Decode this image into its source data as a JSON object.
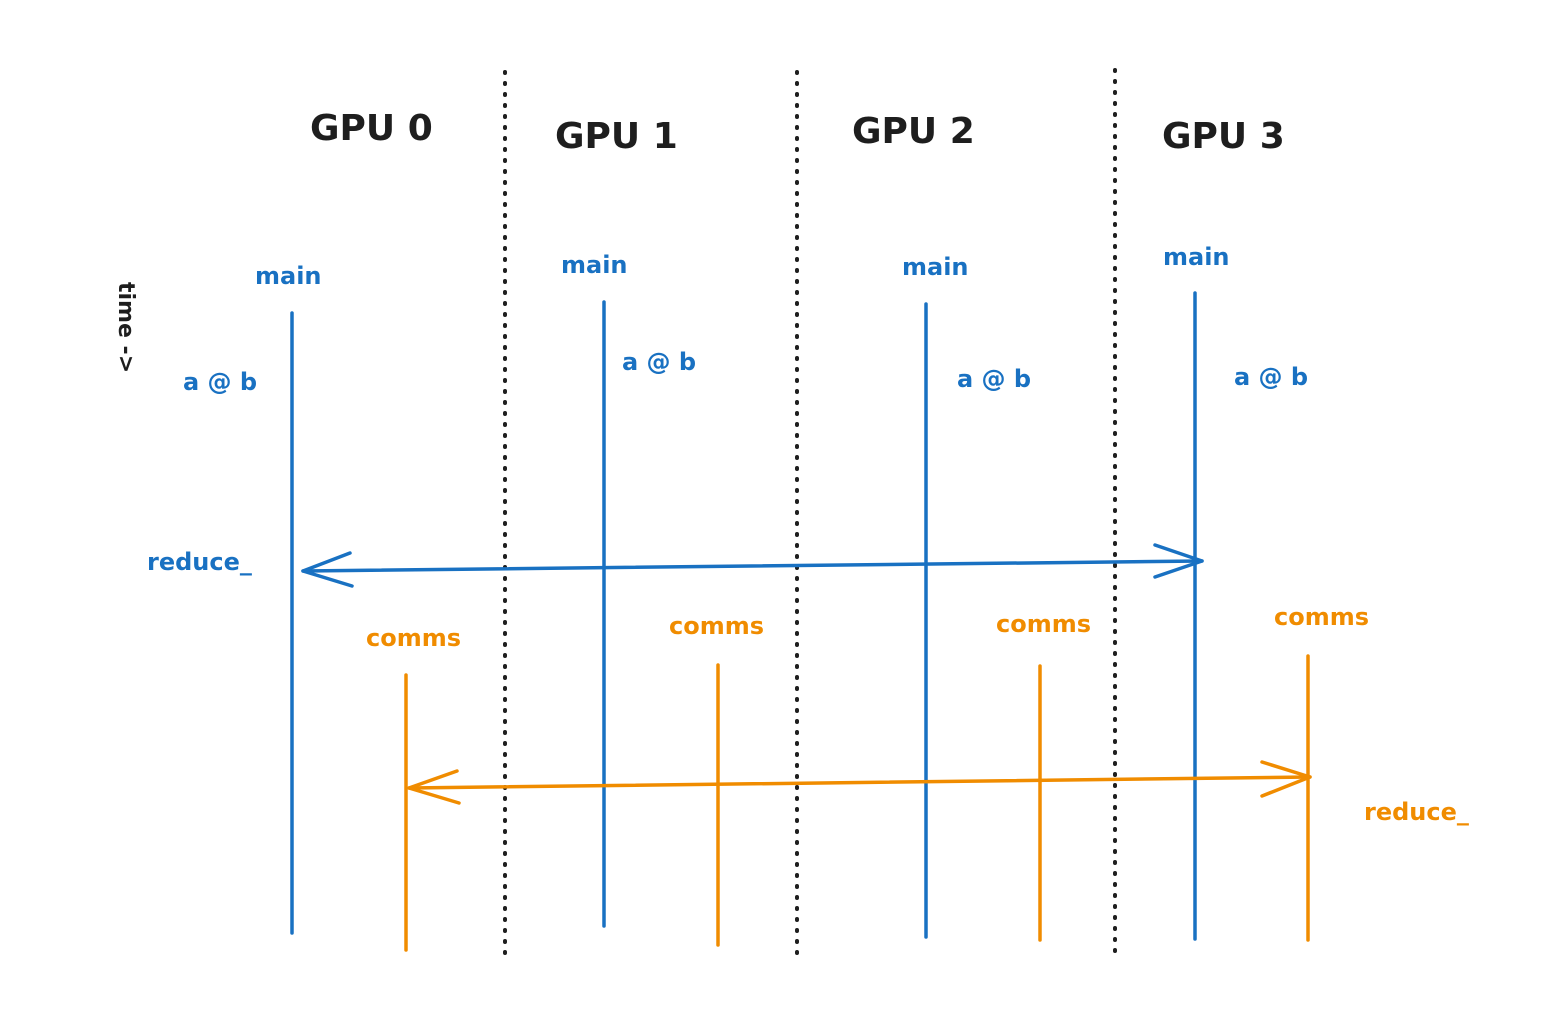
{
  "gpus": [
    {
      "name": "GPU 0",
      "main_label": "main",
      "op_label": "a @ b",
      "comms_label": "comms"
    },
    {
      "name": "GPU 1",
      "main_label": "main",
      "op_label": "a @ b",
      "comms_label": "comms"
    },
    {
      "name": "GPU 2",
      "main_label": "main",
      "op_label": "a @ b",
      "comms_label": "comms"
    },
    {
      "name": "GPU 3",
      "main_label": "main",
      "op_label": "a @ b",
      "comms_label": "comms"
    }
  ],
  "time_label": "time ->",
  "reduce_main_label": "reduce_",
  "reduce_comms_label": "reduce_",
  "colors": {
    "main": "#1971c2",
    "comms": "#f08c00",
    "text": "#1e1e1e"
  }
}
